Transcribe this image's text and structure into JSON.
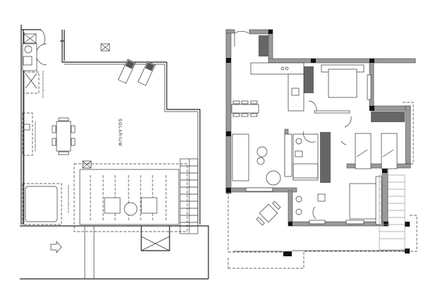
{
  "solarium_plan": {
    "room_label": "SOLARIUM",
    "notes": [
      "Preinstalación para posible ducha",
      "Preinstalación para posible barbacoa",
      "Preinstalación para posible jacuzzi"
    ]
  },
  "apartment_plan": {
    "wall_color": "#9a9a9a",
    "column_color": "#111111"
  }
}
